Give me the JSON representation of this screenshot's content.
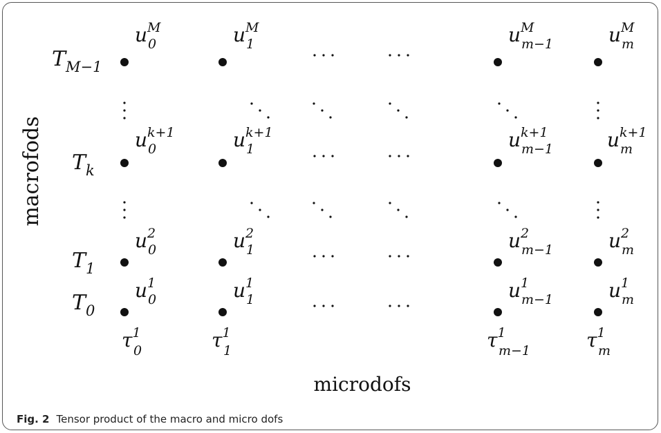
{
  "axes": {
    "vertical_label": "macrofods",
    "horizontal_label": "microdofs"
  },
  "rows": [
    {
      "label": {
        "base": "T",
        "sub": "M−1"
      },
      "superscript": "M"
    },
    {
      "label": {
        "base": "T",
        "sub": "k"
      },
      "superscript": "k+1"
    },
    {
      "label": {
        "base": "T",
        "sub": "1"
      },
      "superscript": "2"
    },
    {
      "label": {
        "base": "T",
        "sub": "0"
      },
      "superscript": "1"
    }
  ],
  "columns": [
    {
      "u_sub": "0",
      "tau": {
        "base": "τ",
        "sub": "0",
        "sup": "1"
      }
    },
    {
      "u_sub": "1",
      "tau": {
        "base": "τ",
        "sub": "1",
        "sup": "1"
      }
    },
    {
      "u_sub": "m−1",
      "tau": {
        "base": "τ",
        "sub": "m−1",
        "sup": "1"
      }
    },
    {
      "u_sub": "m",
      "tau": {
        "base": "τ",
        "sub": "m",
        "sup": "1"
      }
    }
  ],
  "node_base": "u",
  "caption": {
    "figure_number": "Fig. 2",
    "text": "Tensor product of the macro and micro dofs"
  }
}
